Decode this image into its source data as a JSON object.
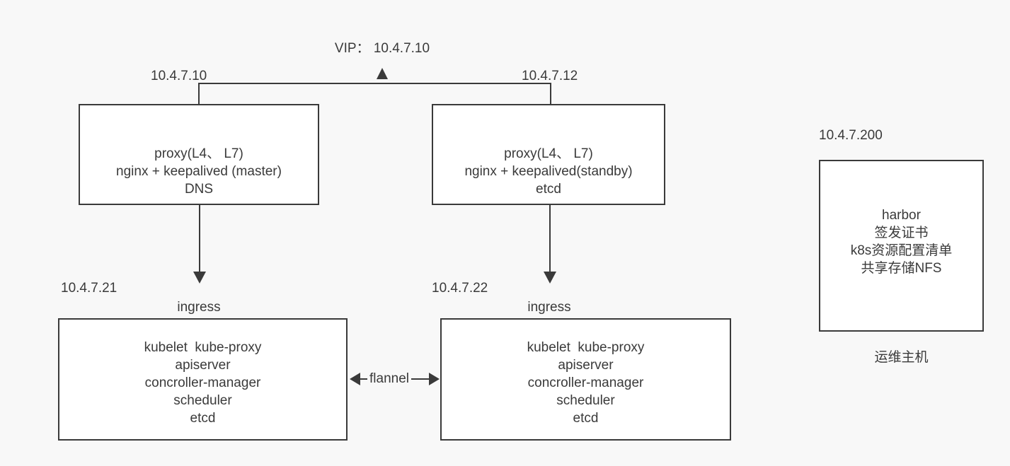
{
  "diagram": {
    "title": "Kubernetes cluster architecture",
    "background_color": "#f8f8f8",
    "line_color": "#3a3a3a",
    "box_fill": "#ffffff"
  },
  "vip": {
    "label": "VIP： 10.4.7.10"
  },
  "proxy_left": {
    "ip_label": "10.4.7.10",
    "lines": "proxy(L4、 L7)\nnginx + keepalived (master)\nDNS"
  },
  "proxy_right": {
    "ip_label": "10.4.7.12",
    "lines": "proxy(L4、 L7)\nnginx + keepalived(standby)\netcd"
  },
  "node_left": {
    "ip_label": "10.4.7.21",
    "ingress_label": "ingress",
    "lines": "kubelet  kube-proxy\napiserver\nconcroller-manager\nscheduler\netcd"
  },
  "node_right": {
    "ip_label": "10.4.7.22",
    "ingress_label": "ingress",
    "lines": "kubelet  kube-proxy\napiserver\nconcroller-manager\nscheduler\netcd"
  },
  "flannel": {
    "label": "flannel"
  },
  "harbor": {
    "ip_label": "10.4.7.200",
    "lines": "harbor\n签发证书\nk8s资源配置清单\n共享存储NFS",
    "caption": "运维主机"
  }
}
